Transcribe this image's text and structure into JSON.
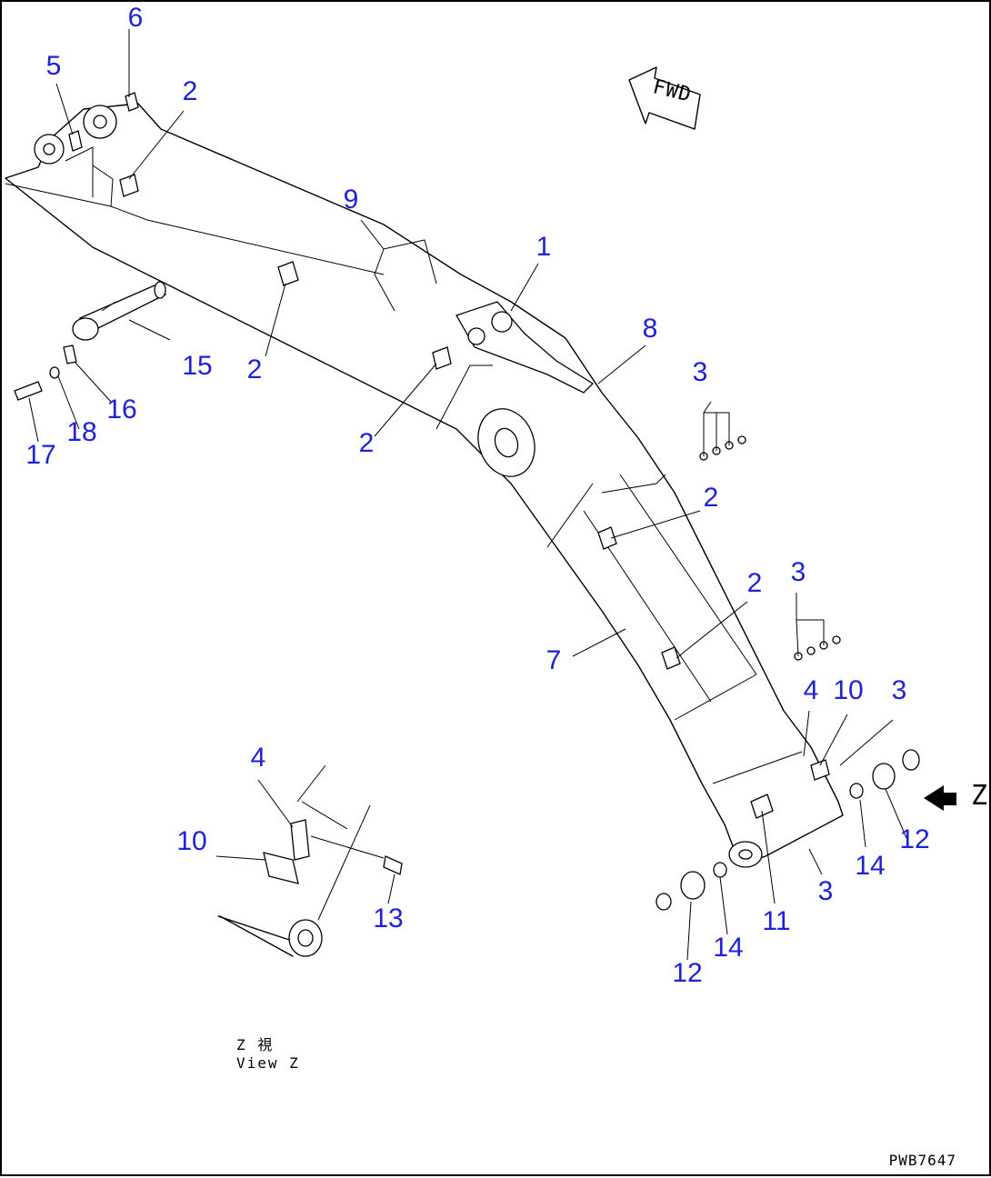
{
  "diagram": {
    "drawing_code": "PWB7647",
    "direction_marker": "FWD",
    "view_marker": "Z",
    "view_caption": [
      "Z  視",
      "View Z"
    ],
    "callouts": [
      {
        "id": "c1",
        "text": "1"
      },
      {
        "id": "c2a",
        "text": "2"
      },
      {
        "id": "c2b",
        "text": "2"
      },
      {
        "id": "c2c",
        "text": "2"
      },
      {
        "id": "c2d",
        "text": "2"
      },
      {
        "id": "c2e",
        "text": "2"
      },
      {
        "id": "c3a",
        "text": "3"
      },
      {
        "id": "c3b",
        "text": "3"
      },
      {
        "id": "c3c",
        "text": "3"
      },
      {
        "id": "c3d",
        "text": "3"
      },
      {
        "id": "c4a",
        "text": "4"
      },
      {
        "id": "c4b",
        "text": "4"
      },
      {
        "id": "c5",
        "text": "5"
      },
      {
        "id": "c6",
        "text": "6"
      },
      {
        "id": "c7",
        "text": "7"
      },
      {
        "id": "c8",
        "text": "8"
      },
      {
        "id": "c9",
        "text": "9"
      },
      {
        "id": "c10a",
        "text": "10"
      },
      {
        "id": "c10b",
        "text": "10"
      },
      {
        "id": "c11",
        "text": "11"
      },
      {
        "id": "c12a",
        "text": "12"
      },
      {
        "id": "c12b",
        "text": "12"
      },
      {
        "id": "c13",
        "text": "13"
      },
      {
        "id": "c14a",
        "text": "14"
      },
      {
        "id": "c14b",
        "text": "14"
      },
      {
        "id": "c15",
        "text": "15"
      },
      {
        "id": "c16",
        "text": "16"
      },
      {
        "id": "c17",
        "text": "17"
      },
      {
        "id": "c18",
        "text": "18"
      }
    ],
    "label_color": "#1d22d6",
    "line_color": "#000000"
  }
}
